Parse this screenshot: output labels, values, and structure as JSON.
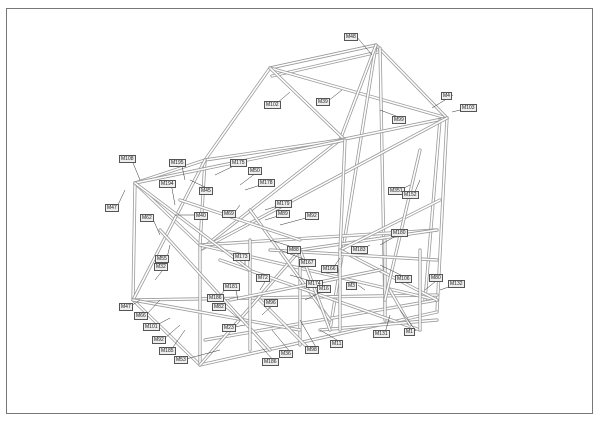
{
  "drawing": {
    "title": "Roll cage member labels",
    "colors": {
      "tube_edge": "#9a9a9a",
      "tube_fill": "#ffffff",
      "frame": "#777777"
    },
    "labels": [
      "M48",
      "M102",
      "M39",
      "M4",
      "M103",
      "M99",
      "M108",
      "M195",
      "M175",
      "M50",
      "M178",
      "M194",
      "M45",
      "M47",
      "M40",
      "M69",
      "M179",
      "M89",
      "M92",
      "M351",
      "M152",
      "M62",
      "M88",
      "M173",
      "M167",
      "M166",
      "M183",
      "M180",
      "M55",
      "M32",
      "M72",
      "M174",
      "M16",
      "M3",
      "M106",
      "M80",
      "M132",
      "M181",
      "M186",
      "M47",
      "M96",
      "M66",
      "M82",
      "M101",
      "M23",
      "M92",
      "M185",
      "M11",
      "M131",
      "M1",
      "M53",
      "M98",
      "M36",
      "M186"
    ]
  }
}
